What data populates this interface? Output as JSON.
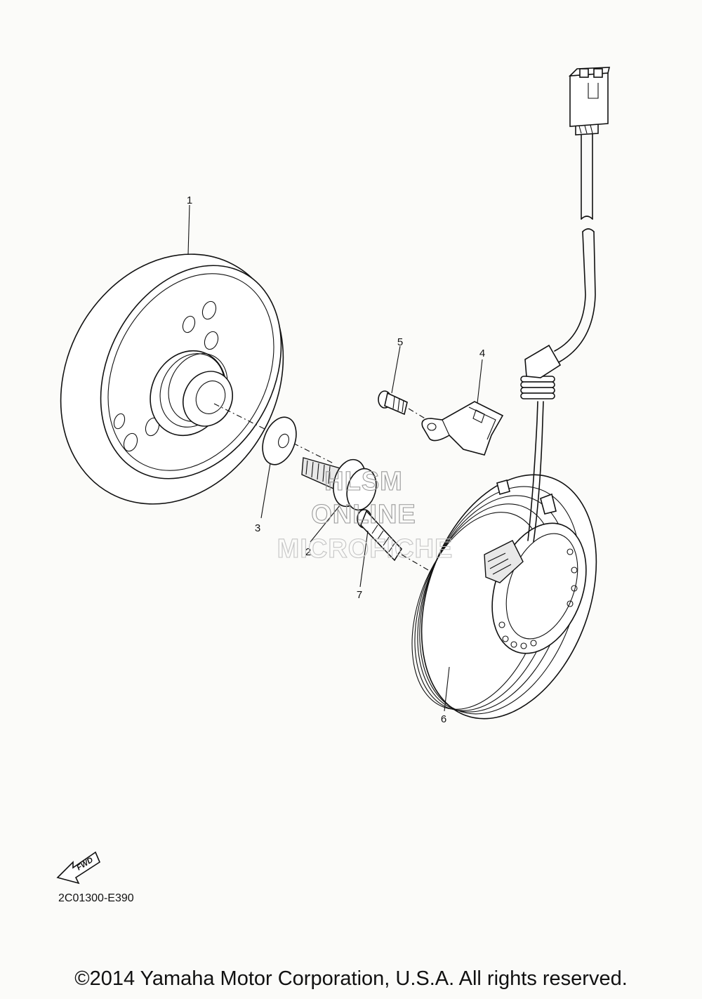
{
  "callouts": [
    {
      "id": "1",
      "label": "1"
    },
    {
      "id": "2",
      "label": "2"
    },
    {
      "id": "3",
      "label": "3"
    },
    {
      "id": "4",
      "label": "4"
    },
    {
      "id": "5",
      "label": "5"
    },
    {
      "id": "6",
      "label": "6"
    },
    {
      "id": "7",
      "label": "7"
    }
  ],
  "watermark": {
    "line1": "HLSM",
    "line2": "ONLINE",
    "line3": "MICROFICHE"
  },
  "fwd_arrow_label": "FWD",
  "diagram_code": "2C01300-E390",
  "copyright": "©2014 Yamaha Motor Corporation, U.S.A. All rights reserved."
}
